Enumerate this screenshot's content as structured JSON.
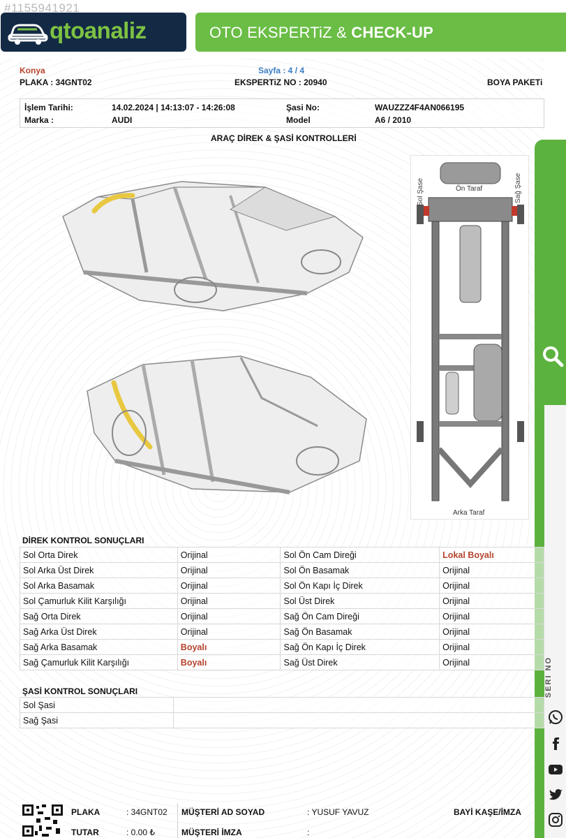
{
  "watermark": "#1155941921",
  "header": {
    "logo": "qtoanaliz",
    "banner_part1": "OTO EKSPERTiZ & ",
    "banner_part2": "CHECK-UP"
  },
  "report": {
    "city": "Konya",
    "page": "Sayfa : 4 / 4",
    "plate": "PLAKA : 34GNT02",
    "expertise_no": "EKSPERTiZ NO : 20940",
    "package": "BOYA PAKETi",
    "info": {
      "date_label": "İşlem Tarihi:",
      "date_value": "14.02.2024 | 14:13:07 - 14:26:08",
      "chassis_label": "Şasi No:",
      "chassis_value": "WAUZZZ4F4AN066195",
      "brand_label": "Marka :",
      "brand_value": "AUDI",
      "model_label": "Model",
      "model_value": "A6 / 2010"
    },
    "section_title": "ARAÇ DİREK & ŞASİ KONTROLLERİ"
  },
  "diagram_labels": {
    "left": "Sol Şase",
    "front": "Ön Taraf",
    "right": "Sağ Şase",
    "rear": "Arka Taraf"
  },
  "pillar_section": {
    "title": "DİREK KONTROL SONUÇLARI",
    "rows": [
      {
        "l_name": "Sol Orta Direk",
        "l_val": "Orijinal",
        "l_red": false,
        "r_name": "Sol Ön Cam Direği",
        "r_val": "Lokal Boyalı",
        "r_red": true
      },
      {
        "l_name": "Sol Arka Üst Direk",
        "l_val": "Orijinal",
        "l_red": false,
        "r_name": "Sol Ön Basamak",
        "r_val": "Orijinal",
        "r_red": false
      },
      {
        "l_name": "Sol Arka Basamak",
        "l_val": "Orijinal",
        "l_red": false,
        "r_name": "Sol Ön Kapı İç Direk",
        "r_val": "Orijinal",
        "r_red": false
      },
      {
        "l_name": "Sol Çamurluk Kilit Karşılığı",
        "l_val": "Orijinal",
        "l_red": false,
        "r_name": "Sol Üst Direk",
        "r_val": "Orijinal",
        "r_red": false
      },
      {
        "l_name": "Sağ Orta Direk",
        "l_val": "Orijinal",
        "l_red": false,
        "r_name": "Sağ Ön Cam Direği",
        "r_val": "Orijinal",
        "r_red": false
      },
      {
        "l_name": "Sağ Arka Üst Direk",
        "l_val": "Orijinal",
        "l_red": false,
        "r_name": "Sağ Ön Basamak",
        "r_val": "Orijinal",
        "r_red": false
      },
      {
        "l_name": "Sağ Arka Basamak",
        "l_val": "Boyalı",
        "l_red": true,
        "r_name": "Sağ Ön Kapı İç Direk",
        "r_val": "Orijinal",
        "r_red": false
      },
      {
        "l_name": "Sağ Çamurluk Kilit Karşılığı",
        "l_val": "Boyalı",
        "l_red": true,
        "r_name": "Sağ Üst Direk",
        "r_val": "Orijinal",
        "r_red": false
      }
    ]
  },
  "chassis_section": {
    "title": "ŞASİ KONTROL SONUÇLARI",
    "rows": [
      {
        "name": "Sol Şasi",
        "val": ""
      },
      {
        "name": "Sağ Şasi",
        "val": ""
      }
    ]
  },
  "side_band": {
    "seri_no": "SERI NO"
  },
  "footer": {
    "plate_label": "PLAKA",
    "plate_value": ": 34GNT02",
    "amount_label": "TUTAR",
    "amount_value": ": 0.00 ₺",
    "customer_label": "MÜŞTERİ AD SOYAD",
    "customer_value": ": YUSUF YAVUZ",
    "signature_label": "MÜŞTERİ İMZA",
    "signature_value": ":",
    "stamp_label": "BAYİ KAŞE/İMZA"
  },
  "colors": {
    "brand_green": "#6abd45",
    "brand_navy": "#132a45",
    "status_red": "#b5432e",
    "page_blue": "#3b7cc4"
  }
}
